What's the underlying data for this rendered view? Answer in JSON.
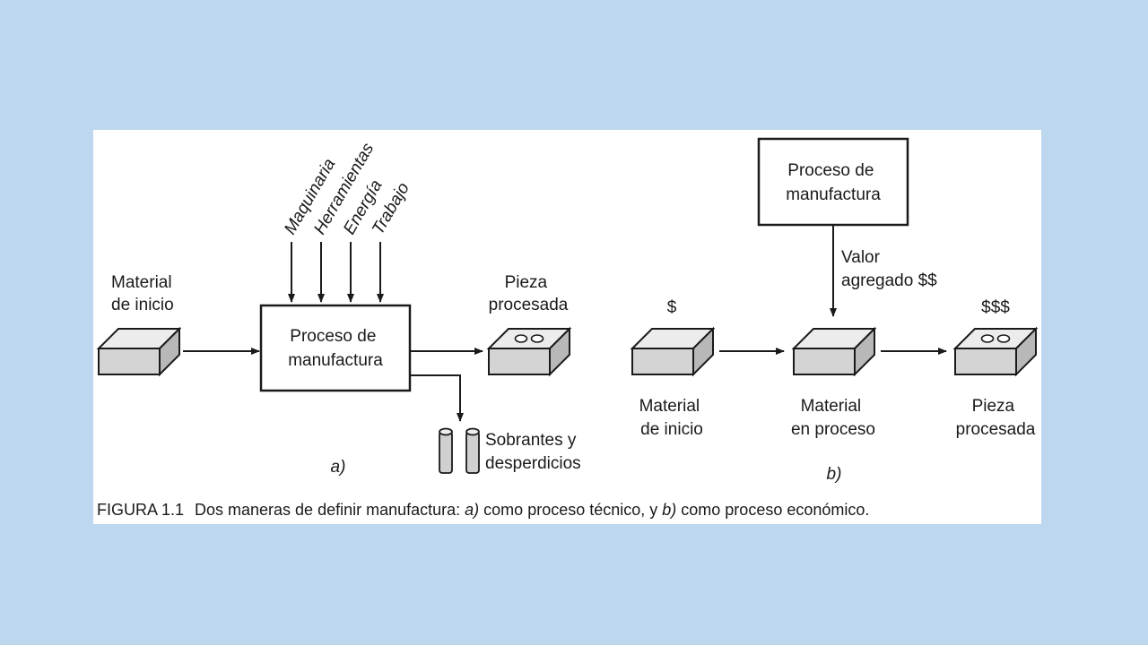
{
  "diagram_a": {
    "inputs": [
      "Maquinaria",
      "Herramientas",
      "Energía",
      "Trabajo"
    ],
    "start_material": [
      "Material",
      "de inicio"
    ],
    "process": [
      "Proceso de",
      "manufactura"
    ],
    "output": [
      "Pieza",
      "procesada"
    ],
    "scrap": [
      "Sobrantes y",
      "desperdicios"
    ],
    "tag": "a)"
  },
  "diagram_b": {
    "process": [
      "Proceso de",
      "manufactura"
    ],
    "value_added": [
      "Valor",
      "agregado $$"
    ],
    "costs": [
      "$",
      "$$$"
    ],
    "stage_labels": [
      [
        "Material",
        "de inicio"
      ],
      [
        "Material",
        "en proceso"
      ],
      [
        "Pieza",
        "procesada"
      ]
    ],
    "tag": "b)"
  },
  "caption": {
    "figure_number": "FIGURA 1.1",
    "text_1": "Dos maneras de definir manufactura: ",
    "tag_a": "a)",
    "text_2": " como proceso técnico, y ",
    "tag_b": "b)",
    "text_3": " como proceso económico."
  }
}
